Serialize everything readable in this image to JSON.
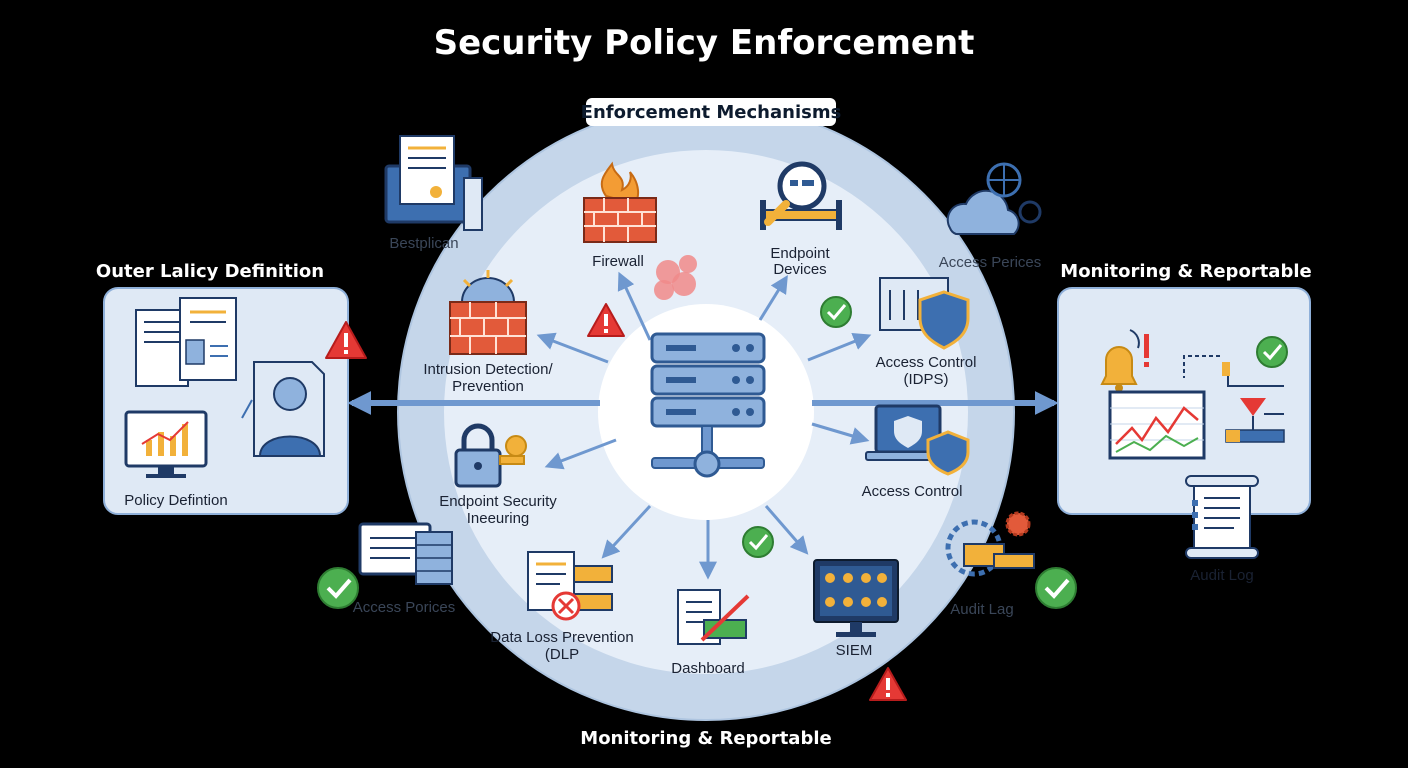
{
  "title": "Security Policy Enforcement",
  "ring": {
    "top_label": "Enforcement Mechanisms",
    "bottom_label": "Monitoring & Reportable"
  },
  "left_panel": {
    "heading": "Outer Lalicy Definition",
    "caption": "Policy Defintion"
  },
  "right_panel": {
    "heading": "Monitoring & Reportable",
    "caption": "Audit Log"
  },
  "nodes": {
    "firewall": "Firewall",
    "endpoint_devices": [
      "Endpoint",
      "Devices"
    ],
    "intrusion": [
      "Intrusion Detection/",
      "Prevention"
    ],
    "access_control_idps": [
      "Access Control",
      "(IDPS)"
    ],
    "access_control": "Access Control",
    "endpoint_security": [
      "Endpoint Security",
      "Ineeuring"
    ],
    "dlp": [
      "Data Loss Prevention",
      "(DLP"
    ],
    "dashboard": "Dashboard",
    "siem": "SIEM"
  },
  "outer_items": {
    "top_left": "Bestplican",
    "top_right": "Access Perices",
    "bottom_left": "Access Porices",
    "bottom_right": "Audit Lag"
  },
  "colors": {
    "background": "#000000",
    "ring": "#c5d6ea",
    "inner_disc": "#e6eef8",
    "arrow": "#6f98cf",
    "brick": "#e25a3a",
    "check": "#4caf50",
    "warning": "#e53935",
    "shield": "#3d6fb0"
  },
  "icons": [
    "server-icon",
    "firewall-icon",
    "magnifier-icon",
    "brick-wall-icon",
    "shield-icon",
    "lock-key-icon",
    "monitor-icon",
    "document-icon",
    "check-icon",
    "warning-icon",
    "bell-icon",
    "chart-icon",
    "scroll-icon",
    "cloud-icon",
    "gear-icon",
    "user-icon"
  ]
}
